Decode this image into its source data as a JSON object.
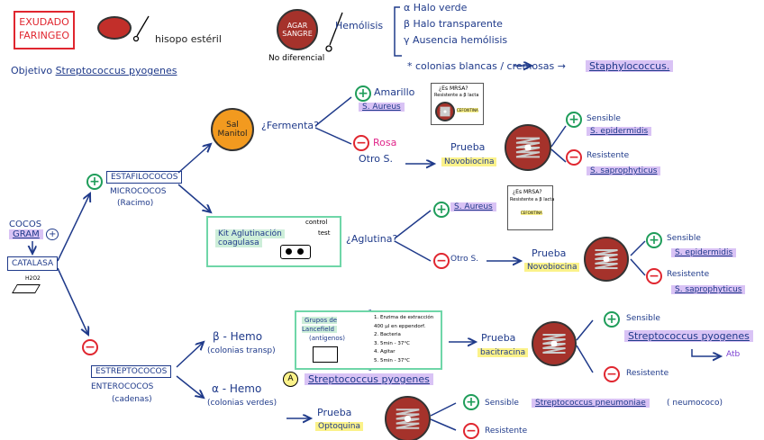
{
  "title": "EXUDADO FARINGEO",
  "swab_label": "hisopo estéril",
  "agar": {
    "label": "AGAR SANGRE",
    "note": "No diferencial"
  },
  "hemolisis": {
    "label": "Hemólisis",
    "items": [
      {
        "sym": "α",
        "text": "Halo verde"
      },
      {
        "sym": "β",
        "text": "Halo transparente"
      },
      {
        "sym": "γ",
        "text": "Ausencia hemólisis"
      }
    ]
  },
  "colonies_note": "* colonias blancas / cremosas →",
  "staphylococcus": "Staphylococcus.",
  "objective": {
    "label": "Objetivo",
    "target": "Streptococcus pyogenes"
  },
  "cocos": {
    "line1": "COCOS",
    "line2": "GRAM",
    "sign": "+"
  },
  "catalasa": "CATALASA",
  "slide_label": "H2O2",
  "estafilo": {
    "box": "ESTAFILOCOCOS",
    "sub": "MICROCOCOS",
    "shape": "(Racimo)"
  },
  "estrepto": {
    "box": "ESTREPTOCOCOS",
    "sub": "ENTEROCOCOS",
    "shape": "(cadenas)"
  },
  "manitol": {
    "label": "Sal Manitol",
    "question": "¿Fermenta?",
    "pos": "Amarillo",
    "pos_org": "S. Aureus",
    "neg": "Rosa",
    "neg_org": "Otro S."
  },
  "mrsa_box": {
    "q": "¿Es MRSA?",
    "line": "Resistente a β lacta",
    "drug": "CEFOXITINA"
  },
  "novo1": {
    "prueba": "Prueba",
    "name": "Novobiocina",
    "sens": "Sensible",
    "sens_org": "S. epidermidis",
    "res": "Resistente",
    "res_org": "S. saprophyticus"
  },
  "kit": {
    "line1": "Kit Aglutinación",
    "line2": "coagulasa",
    "control": "control",
    "test": "test",
    "question": "¿Aglutina?",
    "pos_org": "S. Aureus",
    "neg_org": "Otro S."
  },
  "novo2": {
    "prueba": "Prueba",
    "name": "Novobiocina",
    "sens": "Sensible",
    "sens_org": "S. epidermidis",
    "res": "Resistente",
    "res_org": "S. saprophyticus"
  },
  "beta": {
    "label": "β - Hemo",
    "sub": "(colonias transp)"
  },
  "lancefield": {
    "title": "Grupos de Lancefield",
    "sub": "(antígenos)",
    "steps": [
      "1. Enzima de extracción",
      "400 µl en eppendorf.",
      "2. Bacteria",
      "3. 5min - 37°C",
      "4. Agitar",
      "5. 5min - 37°C"
    ]
  },
  "group_a": {
    "badge": "A",
    "org": "Streptococcus pyogenes"
  },
  "bacitracina": {
    "prueba": "Prueba",
    "name": "bacitracina",
    "sens": "Sensible",
    "sens_org": "Streptococcus pyogenes",
    "atb": "Atb",
    "res": "Resistente"
  },
  "alpha": {
    "label": "α - Hemo",
    "sub": "(colonias verdes)"
  },
  "optoquina": {
    "prueba": "Prueba",
    "name": "Optoquina",
    "sens": "Sensible",
    "sens_org": "Streptococcus pneumoniae",
    "sens_note": "( neumococo)",
    "res": "Resistente"
  },
  "colors": {
    "ink": "#1f3a8a",
    "red": "#e0262f",
    "green": "#1f9d5a",
    "purple_hl": "#d9c3f5",
    "yellow_hl": "#fbf28a",
    "plate": "#a5322b",
    "manitol": "#f29a1f"
  }
}
